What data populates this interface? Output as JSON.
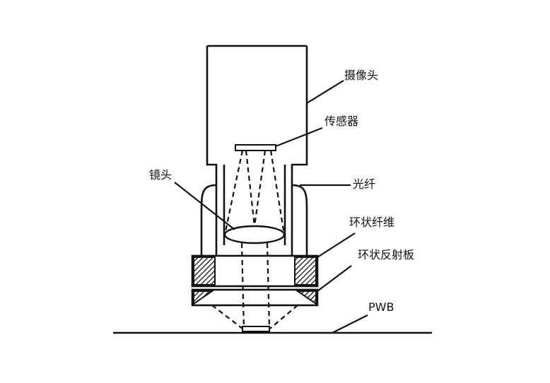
{
  "diagram": {
    "labels": {
      "camera": "摄像头",
      "sensor": "传感器",
      "lens": "镜头",
      "fiber": "光纤",
      "ring_fiber": "环状纤维",
      "ring_reflector": "环状反射板",
      "pwb": "PWB"
    }
  }
}
